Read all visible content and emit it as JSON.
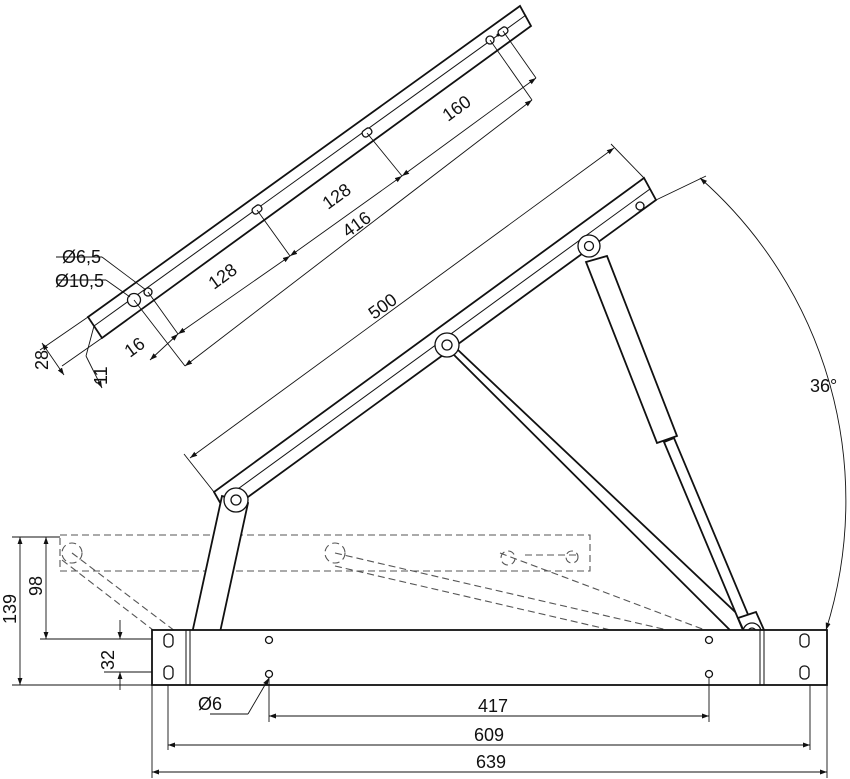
{
  "dimensions": {
    "hole_small": "Ø6,5",
    "hole_large": "Ø10,5",
    "bar_width": "28",
    "edge_offset": "11",
    "first_hole": "16",
    "spacing_a": "128",
    "spacing_b": "128",
    "spacing_c": "160",
    "total_holes": "416",
    "arm_length": "500",
    "angle": "36°",
    "height_total": "139",
    "height_closed": "98",
    "base_height": "32",
    "base_hole": "Ø6",
    "base_hole_span": "417",
    "base_inner": "609",
    "base_total": "639"
  }
}
